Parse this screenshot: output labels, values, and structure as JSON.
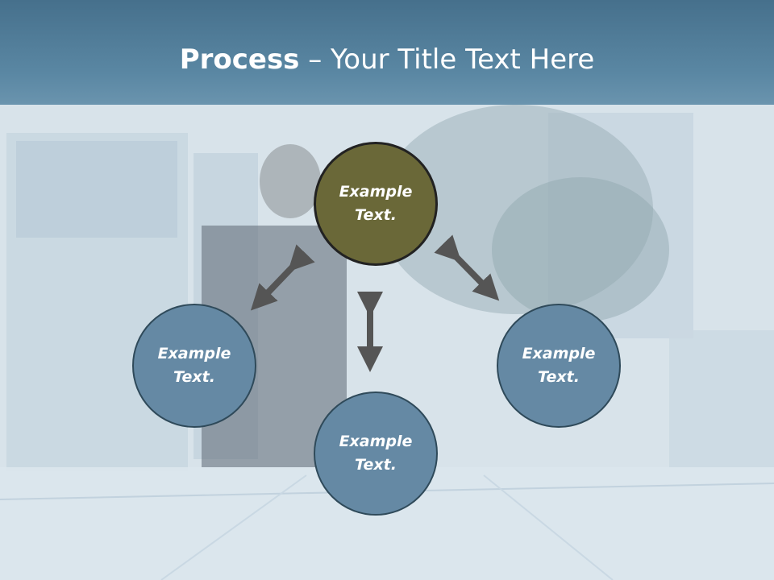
{
  "title": {
    "bold": "Process",
    "rest": " – Your Title Text Here"
  },
  "diagram": {
    "nodes": {
      "top": "Example\nText.",
      "left": "Example\nText.",
      "right": "Example\nText.",
      "bottom": "Example\nText."
    },
    "colors": {
      "header": "#5a87a3",
      "accent_node": "#6a6838",
      "node": "#6589a4",
      "arrow": "#555555"
    }
  }
}
